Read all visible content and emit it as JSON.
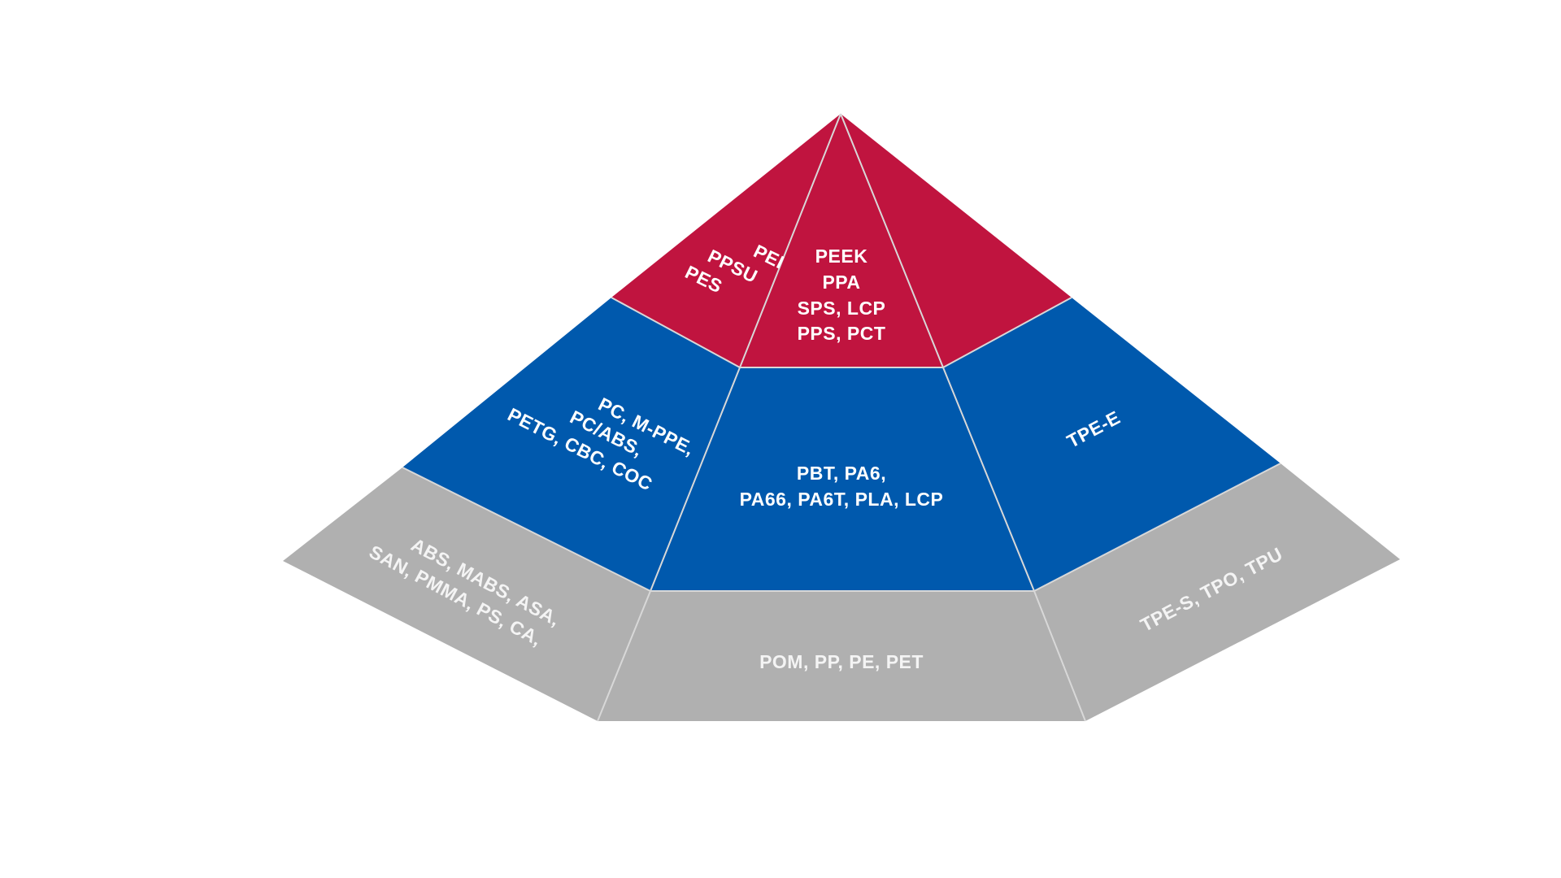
{
  "colors": {
    "top_tier": "#C0143F",
    "middle_tier": "#0059AD",
    "base_tier": "#B0B0B0",
    "edge": "#D8D8D8",
    "label": "#FFFFFF"
  },
  "pyramid": {
    "top": {
      "left_face": [
        "PEI",
        "PPSU",
        "PES"
      ],
      "front_face": [
        "PEEK",
        "PPA",
        "SPS, LCP",
        "PPS, PCT"
      ],
      "right_face": []
    },
    "middle": {
      "left_face": [
        "PC, M-PPE,",
        "PC/ABS,",
        "PETG, CBC, COC"
      ],
      "front_face": [
        "PBT, PA6,",
        "PA66, PA6T, PLA, LCP"
      ],
      "right_face": [
        "TPE-E"
      ]
    },
    "base": {
      "left_face": [
        "ABS, MABS, ASA,",
        "SAN,  PMMA, PS, CA,"
      ],
      "front_face": [
        "POM, PP, PE, PET"
      ],
      "right_face": [
        "TPE-S, TPO, TPU"
      ]
    }
  }
}
